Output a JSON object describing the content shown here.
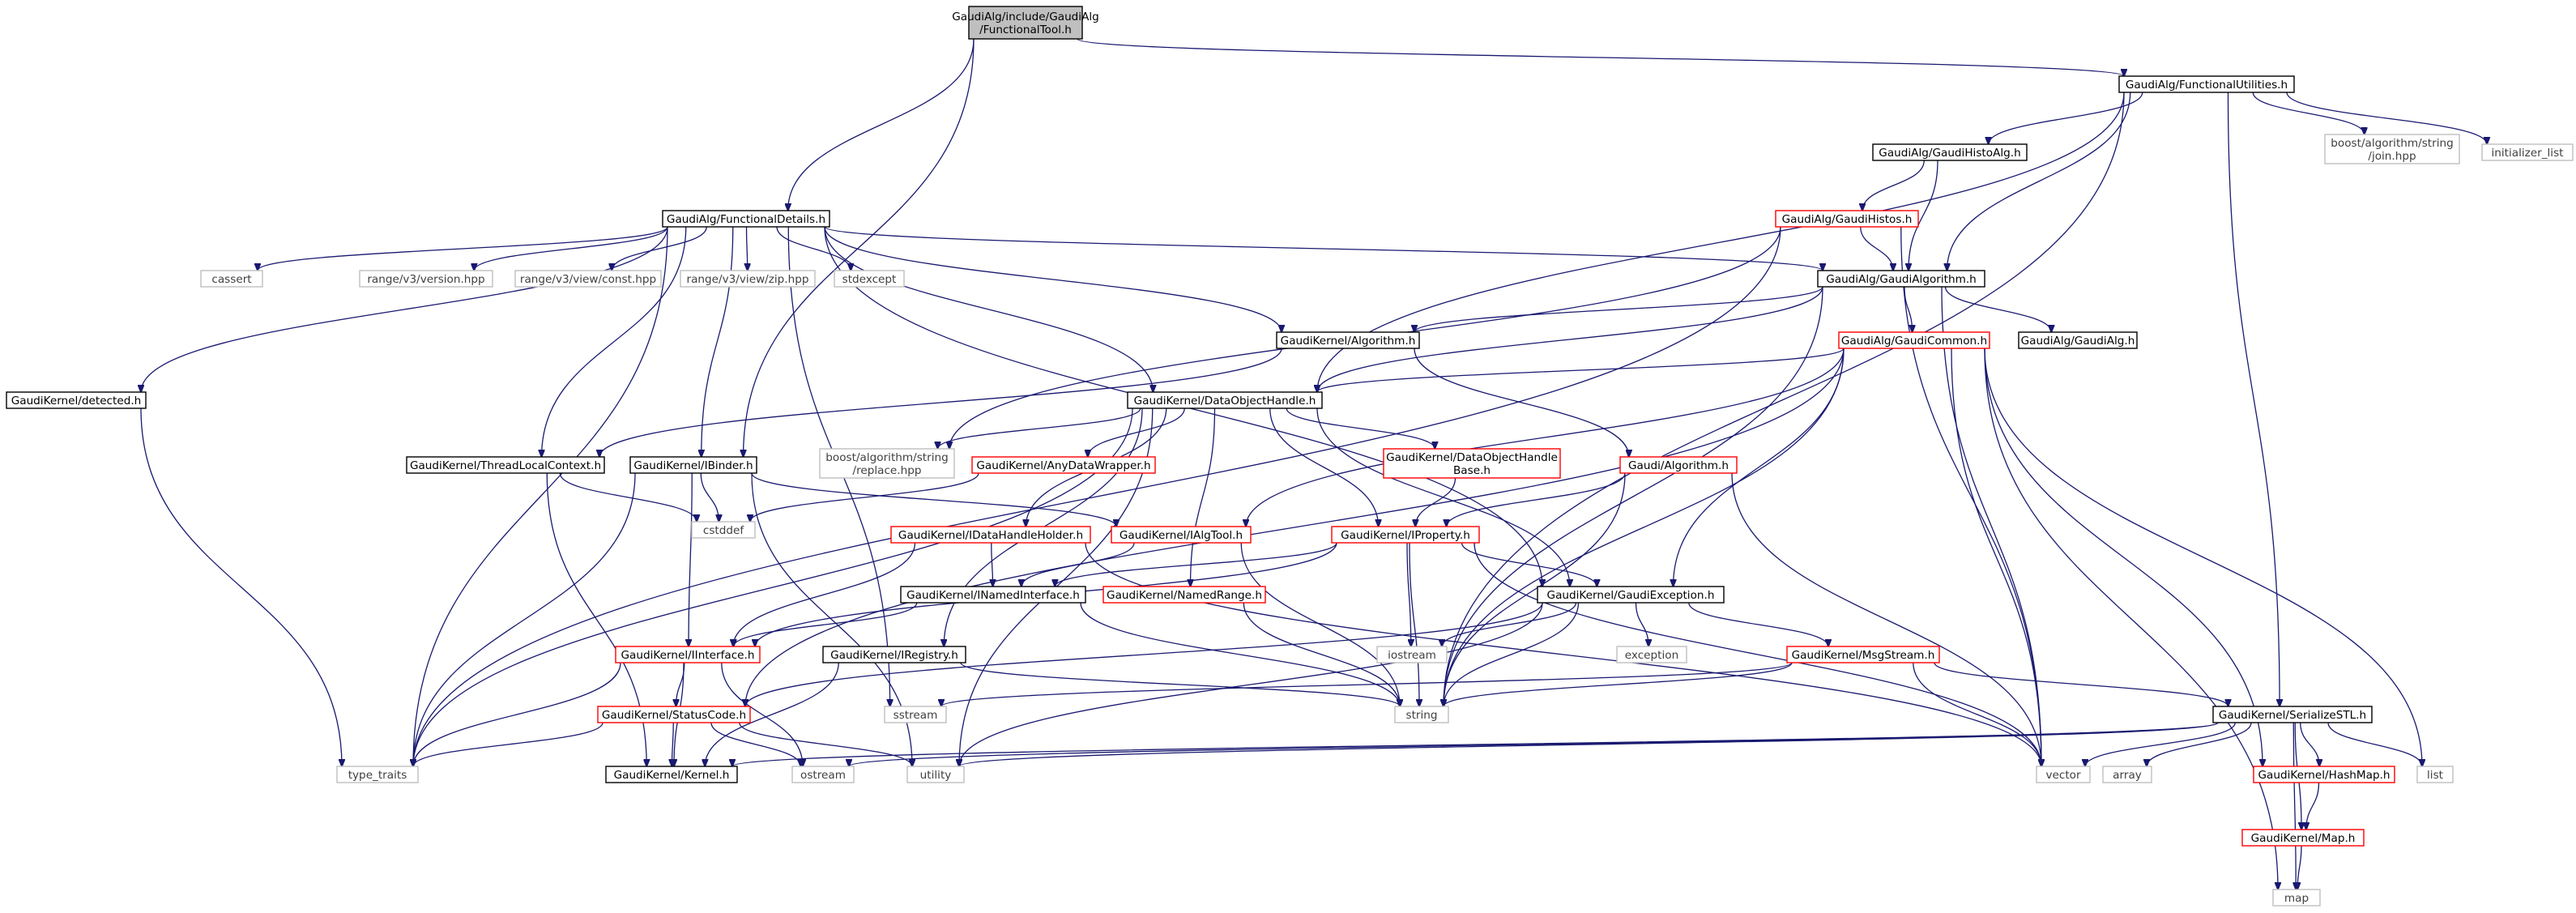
{
  "colors": {
    "edge": "#191970",
    "root_fill": "#bfbfbf",
    "documented_border": "#000000",
    "undocumented_border": "#ff0000",
    "external_border": "#bfbfbf",
    "external_text": "#404040",
    "text": "#000000",
    "background": "#ffffff"
  },
  "nodes": [
    {
      "id": "functionaltool",
      "lines": [
        "GaudiAlg/include/GaudiAlg",
        "/FunctionalTool.h"
      ],
      "kind": "root"
    },
    {
      "id": "functionalutilities",
      "lines": [
        "GaudiAlg/FunctionalUtilities.h"
      ],
      "kind": "documented"
    },
    {
      "id": "functionaldetails",
      "lines": [
        "GaudiAlg/FunctionalDetails.h"
      ],
      "kind": "documented"
    },
    {
      "id": "gaudihistoalg",
      "lines": [
        "GaudiAlg/GaudiHistoAlg.h"
      ],
      "kind": "documented"
    },
    {
      "id": "boost-join",
      "lines": [
        "boost/algorithm/string",
        "/join.hpp"
      ],
      "kind": "external"
    },
    {
      "id": "initializer-list",
      "lines": [
        "initializer_list"
      ],
      "kind": "external"
    },
    {
      "id": "gaudihistos",
      "lines": [
        "GaudiAlg/GaudiHistos.h"
      ],
      "kind": "undocumented"
    },
    {
      "id": "cassert",
      "lines": [
        "cassert"
      ],
      "kind": "external"
    },
    {
      "id": "range-version",
      "lines": [
        "range/v3/version.hpp"
      ],
      "kind": "external"
    },
    {
      "id": "range-const",
      "lines": [
        "range/v3/view/const.hpp"
      ],
      "kind": "external"
    },
    {
      "id": "range-zip",
      "lines": [
        "range/v3/view/zip.hpp"
      ],
      "kind": "external"
    },
    {
      "id": "stdexcept",
      "lines": [
        "stdexcept"
      ],
      "kind": "external"
    },
    {
      "id": "gaudialgorithm",
      "lines": [
        "GaudiAlg/GaudiAlgorithm.h"
      ],
      "kind": "documented"
    },
    {
      "id": "kernel-algorithm",
      "lines": [
        "GaudiKernel/Algorithm.h"
      ],
      "kind": "documented"
    },
    {
      "id": "gaudicommon",
      "lines": [
        "GaudiAlg/GaudiCommon.h"
      ],
      "kind": "undocumented"
    },
    {
      "id": "gaudialg",
      "lines": [
        "GaudiAlg/GaudiAlg.h"
      ],
      "kind": "documented"
    },
    {
      "id": "detected",
      "lines": [
        "GaudiKernel/detected.h"
      ],
      "kind": "documented"
    },
    {
      "id": "dataobjecthandle",
      "lines": [
        "GaudiKernel/DataObjectHandle.h"
      ],
      "kind": "documented"
    },
    {
      "id": "threadlocalcontext",
      "lines": [
        "GaudiKernel/ThreadLocalContext.h"
      ],
      "kind": "documented"
    },
    {
      "id": "ibinder",
      "lines": [
        "GaudiKernel/IBinder.h"
      ],
      "kind": "documented"
    },
    {
      "id": "boost-replace",
      "lines": [
        "boost/algorithm/string",
        "/replace.hpp"
      ],
      "kind": "external"
    },
    {
      "id": "anydatawrapper",
      "lines": [
        "GaudiKernel/AnyDataWrapper.h"
      ],
      "kind": "undocumented"
    },
    {
      "id": "dataobjecthandlebase",
      "lines": [
        "GaudiKernel/DataObjectHandle",
        "Base.h"
      ],
      "kind": "undocumented"
    },
    {
      "id": "gaudi-algorithm",
      "lines": [
        "Gaudi/Algorithm.h"
      ],
      "kind": "undocumented"
    },
    {
      "id": "cstddef",
      "lines": [
        "cstddef"
      ],
      "kind": "external"
    },
    {
      "id": "idatahandleholder",
      "lines": [
        "GaudiKernel/IDataHandleHolder.h"
      ],
      "kind": "undocumented"
    },
    {
      "id": "ialgtool",
      "lines": [
        "GaudiKernel/IAlgTool.h"
      ],
      "kind": "undocumented"
    },
    {
      "id": "iproperty",
      "lines": [
        "GaudiKernel/IProperty.h"
      ],
      "kind": "undocumented"
    },
    {
      "id": "inamedinterface",
      "lines": [
        "GaudiKernel/INamedInterface.h"
      ],
      "kind": "documented"
    },
    {
      "id": "namedrange",
      "lines": [
        "GaudiKernel/NamedRange.h"
      ],
      "kind": "undocumented"
    },
    {
      "id": "gaudiexception",
      "lines": [
        "GaudiKernel/GaudiException.h"
      ],
      "kind": "documented"
    },
    {
      "id": "iostream",
      "lines": [
        "iostream"
      ],
      "kind": "external"
    },
    {
      "id": "exception",
      "lines": [
        "exception"
      ],
      "kind": "external"
    },
    {
      "id": "msgstream",
      "lines": [
        "GaudiKernel/MsgStream.h"
      ],
      "kind": "undocumented"
    },
    {
      "id": "iinterface",
      "lines": [
        "GaudiKernel/IInterface.h"
      ],
      "kind": "undocumented"
    },
    {
      "id": "iregistry",
      "lines": [
        "GaudiKernel/IRegistry.h"
      ],
      "kind": "documented"
    },
    {
      "id": "sstream",
      "lines": [
        "sstream"
      ],
      "kind": "external"
    },
    {
      "id": "string",
      "lines": [
        "string"
      ],
      "kind": "external"
    },
    {
      "id": "serializestl",
      "lines": [
        "GaudiKernel/SerializeSTL.h"
      ],
      "kind": "documented"
    },
    {
      "id": "statuscode",
      "lines": [
        "GaudiKernel/StatusCode.h"
      ],
      "kind": "undocumented"
    },
    {
      "id": "type-traits",
      "lines": [
        "type_traits"
      ],
      "kind": "external"
    },
    {
      "id": "kernel",
      "lines": [
        "GaudiKernel/Kernel.h"
      ],
      "kind": "documented"
    },
    {
      "id": "ostream",
      "lines": [
        "ostream"
      ],
      "kind": "external"
    },
    {
      "id": "utility",
      "lines": [
        "utility"
      ],
      "kind": "external"
    },
    {
      "id": "vector",
      "lines": [
        "vector"
      ],
      "kind": "external"
    },
    {
      "id": "array",
      "lines": [
        "array"
      ],
      "kind": "external"
    },
    {
      "id": "hashmap",
      "lines": [
        "GaudiKernel/HashMap.h"
      ],
      "kind": "undocumented"
    },
    {
      "id": "list",
      "lines": [
        "list"
      ],
      "kind": "external"
    },
    {
      "id": "map-h",
      "lines": [
        "GaudiKernel/Map.h"
      ],
      "kind": "undocumented"
    },
    {
      "id": "map",
      "lines": [
        "map"
      ],
      "kind": "external"
    }
  ],
  "edges": [
    [
      "functionaltool",
      "functionalutilities"
    ],
    [
      "functionaltool",
      "functionaldetails"
    ],
    [
      "functionaltool",
      "ibinder"
    ],
    [
      "functionalutilities",
      "gaudihistoalg"
    ],
    [
      "functionalutilities",
      "boost-join"
    ],
    [
      "functionalutilities",
      "initializer-list"
    ],
    [
      "functionalutilities",
      "gaudialgorithm"
    ],
    [
      "functionalutilities",
      "dataobjecthandle"
    ],
    [
      "functionalutilities",
      "serializestl"
    ],
    [
      "functionalutilities",
      "string"
    ],
    [
      "gaudihistoalg",
      "gaudihistos"
    ],
    [
      "gaudihistoalg",
      "gaudialgorithm"
    ],
    [
      "gaudihistos",
      "gaudialgorithm"
    ],
    [
      "gaudihistos",
      "boost-replace"
    ],
    [
      "gaudihistos",
      "type-traits"
    ],
    [
      "gaudihistos",
      "vector"
    ],
    [
      "functionaldetails",
      "cassert"
    ],
    [
      "functionaldetails",
      "range-version"
    ],
    [
      "functionaldetails",
      "range-const"
    ],
    [
      "functionaldetails",
      "range-zip"
    ],
    [
      "functionaldetails",
      "stdexcept"
    ],
    [
      "functionaldetails",
      "gaudialgorithm"
    ],
    [
      "functionaldetails",
      "kernel-algorithm"
    ],
    [
      "functionaldetails",
      "detected"
    ],
    [
      "functionaldetails",
      "dataobjecthandle"
    ],
    [
      "functionaldetails",
      "threadlocalcontext"
    ],
    [
      "functionaldetails",
      "ibinder"
    ],
    [
      "functionaldetails",
      "gaudiexception"
    ],
    [
      "functionaldetails",
      "type-traits"
    ],
    [
      "functionaldetails",
      "sstream"
    ],
    [
      "gaudialgorithm",
      "kernel-algorithm"
    ],
    [
      "gaudialgorithm",
      "gaudicommon"
    ],
    [
      "gaudialgorithm",
      "gaudialg"
    ],
    [
      "gaudialgorithm",
      "dataobjecthandle"
    ],
    [
      "gaudialgorithm",
      "string"
    ],
    [
      "gaudialgorithm",
      "vector"
    ],
    [
      "kernel-algorithm",
      "gaudi-algorithm"
    ],
    [
      "kernel-algorithm",
      "threadlocalcontext"
    ],
    [
      "gaudicommon",
      "dataobjecthandle"
    ],
    [
      "gaudicommon",
      "ialgtool"
    ],
    [
      "gaudicommon",
      "gaudiexception"
    ],
    [
      "gaudicommon",
      "string"
    ],
    [
      "gaudicommon",
      "vector"
    ],
    [
      "gaudicommon",
      "list"
    ],
    [
      "gaudicommon",
      "map"
    ],
    [
      "gaudicommon",
      "hashmap"
    ],
    [
      "gaudicommon",
      "statuscode"
    ],
    [
      "detected",
      "type-traits"
    ],
    [
      "dataobjecthandle",
      "boost-replace"
    ],
    [
      "dataobjecthandle",
      "anydatawrapper"
    ],
    [
      "dataobjecthandle",
      "dataobjecthandlebase"
    ],
    [
      "dataobjecthandle",
      "idatahandleholder"
    ],
    [
      "dataobjecthandle",
      "iproperty"
    ],
    [
      "dataobjecthandle",
      "namedrange"
    ],
    [
      "dataobjecthandle",
      "gaudiexception"
    ],
    [
      "dataobjecthandle",
      "iregistry"
    ],
    [
      "dataobjecthandle",
      "utility"
    ],
    [
      "dataobjecthandle",
      "type-traits"
    ],
    [
      "threadlocalcontext",
      "cstddef"
    ],
    [
      "threadlocalcontext",
      "kernel"
    ],
    [
      "ibinder",
      "cstddef"
    ],
    [
      "ibinder",
      "ialgtool"
    ],
    [
      "ibinder",
      "iinterface"
    ],
    [
      "ibinder",
      "type-traits"
    ],
    [
      "ibinder",
      "utility"
    ],
    [
      "anydatawrapper",
      "cstddef"
    ],
    [
      "dataobjecthandlebase",
      "iproperty"
    ],
    [
      "gaudi-algorithm",
      "iproperty"
    ],
    [
      "gaudi-algorithm",
      "string"
    ],
    [
      "gaudi-algorithm",
      "vector"
    ],
    [
      "idatahandleholder",
      "inamedinterface"
    ],
    [
      "idatahandleholder",
      "iinterface"
    ],
    [
      "idatahandleholder",
      "vector"
    ],
    [
      "ialgtool",
      "inamedinterface"
    ],
    [
      "ialgtool",
      "string"
    ],
    [
      "iproperty",
      "inamedinterface"
    ],
    [
      "iproperty",
      "gaudiexception"
    ],
    [
      "iproperty",
      "iinterface"
    ],
    [
      "iproperty",
      "iostream"
    ],
    [
      "iproperty",
      "string"
    ],
    [
      "iproperty",
      "vector"
    ],
    [
      "inamedinterface",
      "iinterface"
    ],
    [
      "inamedinterface",
      "string"
    ],
    [
      "namedrange",
      "string"
    ],
    [
      "gaudiexception",
      "iostream"
    ],
    [
      "gaudiexception",
      "exception"
    ],
    [
      "gaudiexception",
      "msgstream"
    ],
    [
      "gaudiexception",
      "string"
    ],
    [
      "gaudiexception",
      "statuscode"
    ],
    [
      "gaudiexception",
      "utility"
    ],
    [
      "msgstream",
      "sstream"
    ],
    [
      "msgstream",
      "string"
    ],
    [
      "msgstream",
      "vector"
    ],
    [
      "msgstream",
      "serializestl"
    ],
    [
      "iinterface",
      "statuscode"
    ],
    [
      "iinterface",
      "kernel"
    ],
    [
      "iinterface",
      "type-traits"
    ],
    [
      "iinterface",
      "ostream"
    ],
    [
      "iregistry",
      "kernel"
    ],
    [
      "iregistry",
      "string"
    ],
    [
      "statuscode",
      "kernel"
    ],
    [
      "statuscode",
      "type-traits"
    ],
    [
      "statuscode",
      "ostream"
    ],
    [
      "statuscode",
      "utility"
    ],
    [
      "serializestl",
      "kernel"
    ],
    [
      "serializestl",
      "ostream"
    ],
    [
      "serializestl",
      "utility"
    ],
    [
      "serializestl",
      "vector"
    ],
    [
      "serializestl",
      "array"
    ],
    [
      "serializestl",
      "hashmap"
    ],
    [
      "serializestl",
      "list"
    ],
    [
      "serializestl",
      "map-h"
    ],
    [
      "serializestl",
      "map"
    ],
    [
      "hashmap",
      "map-h"
    ],
    [
      "map-h",
      "map"
    ]
  ]
}
